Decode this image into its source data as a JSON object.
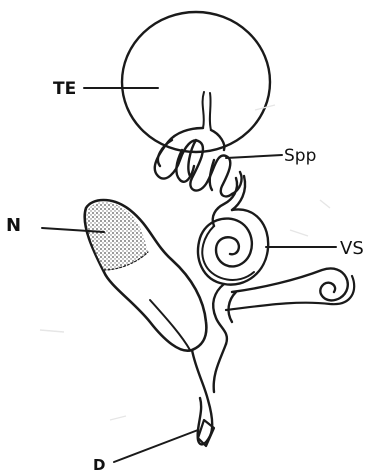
{
  "labels": {
    "te": "TE",
    "spp": "Spp",
    "n": "N",
    "vs": "VS",
    "d": "D"
  }
}
